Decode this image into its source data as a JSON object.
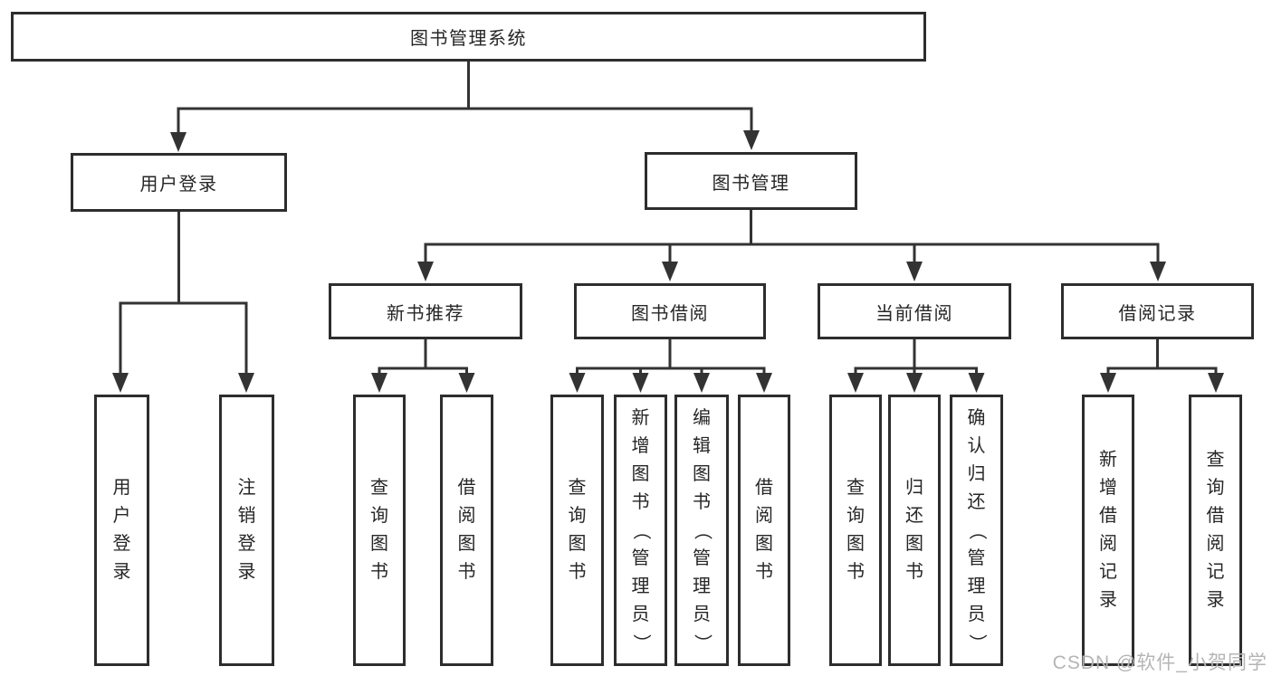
{
  "diagram": {
    "root": {
      "label": "图书管理系统"
    },
    "branches": [
      {
        "label": "用户登录",
        "children": [
          {
            "label": "用户登录"
          },
          {
            "label": "注销登录"
          }
        ]
      },
      {
        "label": "图书管理",
        "children": [
          {
            "label": "新书推荐",
            "children": [
              {
                "label": "查询图书"
              },
              {
                "label": "借阅图书"
              }
            ]
          },
          {
            "label": "图书借阅",
            "children": [
              {
                "label": "查询图书"
              },
              {
                "label": "新增图书（管理员）"
              },
              {
                "label": "编辑图书（管理员）"
              },
              {
                "label": "借阅图书"
              }
            ]
          },
          {
            "label": "当前借阅",
            "children": [
              {
                "label": "查询图书"
              },
              {
                "label": "归还图书"
              },
              {
                "label": "确认归还（管理员）"
              }
            ]
          },
          {
            "label": "借阅记录",
            "children": [
              {
                "label": "新增借阅记录"
              },
              {
                "label": "查询借阅记录"
              }
            ]
          }
        ]
      }
    ]
  },
  "watermark": {
    "text": "CSDN @软件_小贺同学"
  },
  "colors": {
    "line": "#333333",
    "box_border": "#2d2d2d",
    "text": "#262626",
    "background": "#ffffff",
    "watermark": "#b5b5b5"
  }
}
